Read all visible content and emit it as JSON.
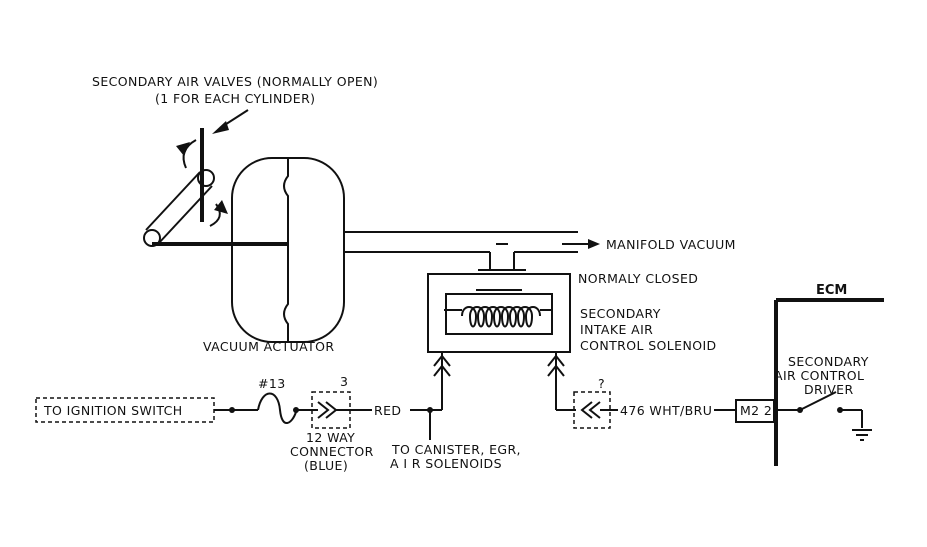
{
  "labels": {
    "air_valves_line1": "SECONDARY AIR VALVES (NORMALLY OPEN)",
    "air_valves_line2": "(1 FOR EACH CYLINDER)",
    "vacuum_actuator": "VACUUM ACTUATOR",
    "manifold_vacuum": "MANIFOLD VACUUM",
    "normally_closed": "NORMALY CLOSED",
    "solenoid_line1": "SECONDARY",
    "solenoid_line2": "INTAKE AIR",
    "solenoid_line3": "CONTROL SOLENOID",
    "ecm": "ECM",
    "driver_line1": "SECONDARY",
    "driver_line2": "AIR CONTROL",
    "driver_line3": "DRIVER",
    "ignition_switch": "TO IGNITION SWITCH",
    "fuse": "#13",
    "connector_pin": "3",
    "connector_line1": "12 WAY",
    "connector_line2": "CONNECTOR",
    "connector_line3": "(BLUE)",
    "red_wire": "RED",
    "canister_line1": "TO CANISTER, EGR,",
    "canister_line2": "A I R  SOLENOIDS",
    "pin_question": "?",
    "wire_476": "476 WHT/BRU",
    "ecm_pin": "M2 2"
  }
}
